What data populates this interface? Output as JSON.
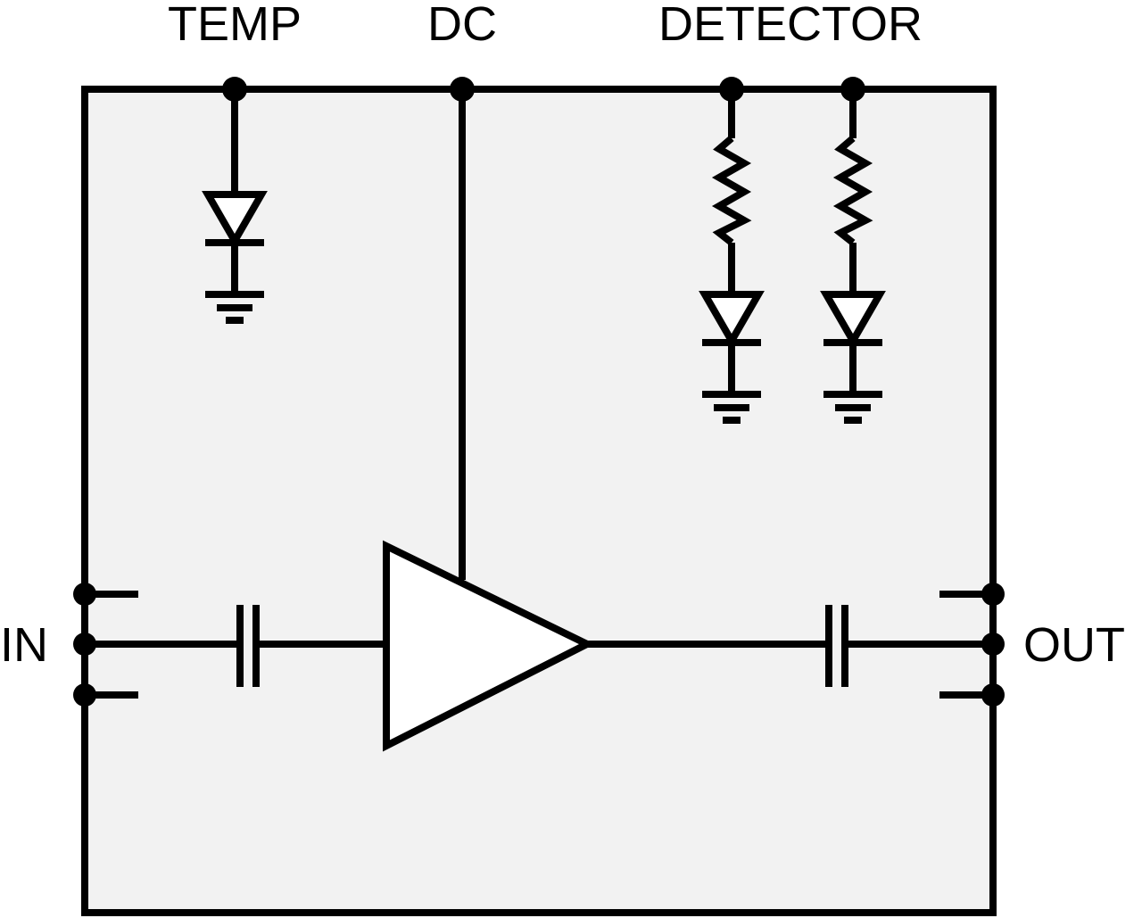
{
  "labels": {
    "temp": "TEMP",
    "dc": "DC",
    "detector": "DETECTOR",
    "in": "IN",
    "out": "OUT"
  },
  "colors": {
    "background": "#ffffff",
    "package_fill": "#f2f2f2",
    "stroke": "#000000",
    "symbol_fill": "#ffffff"
  }
}
